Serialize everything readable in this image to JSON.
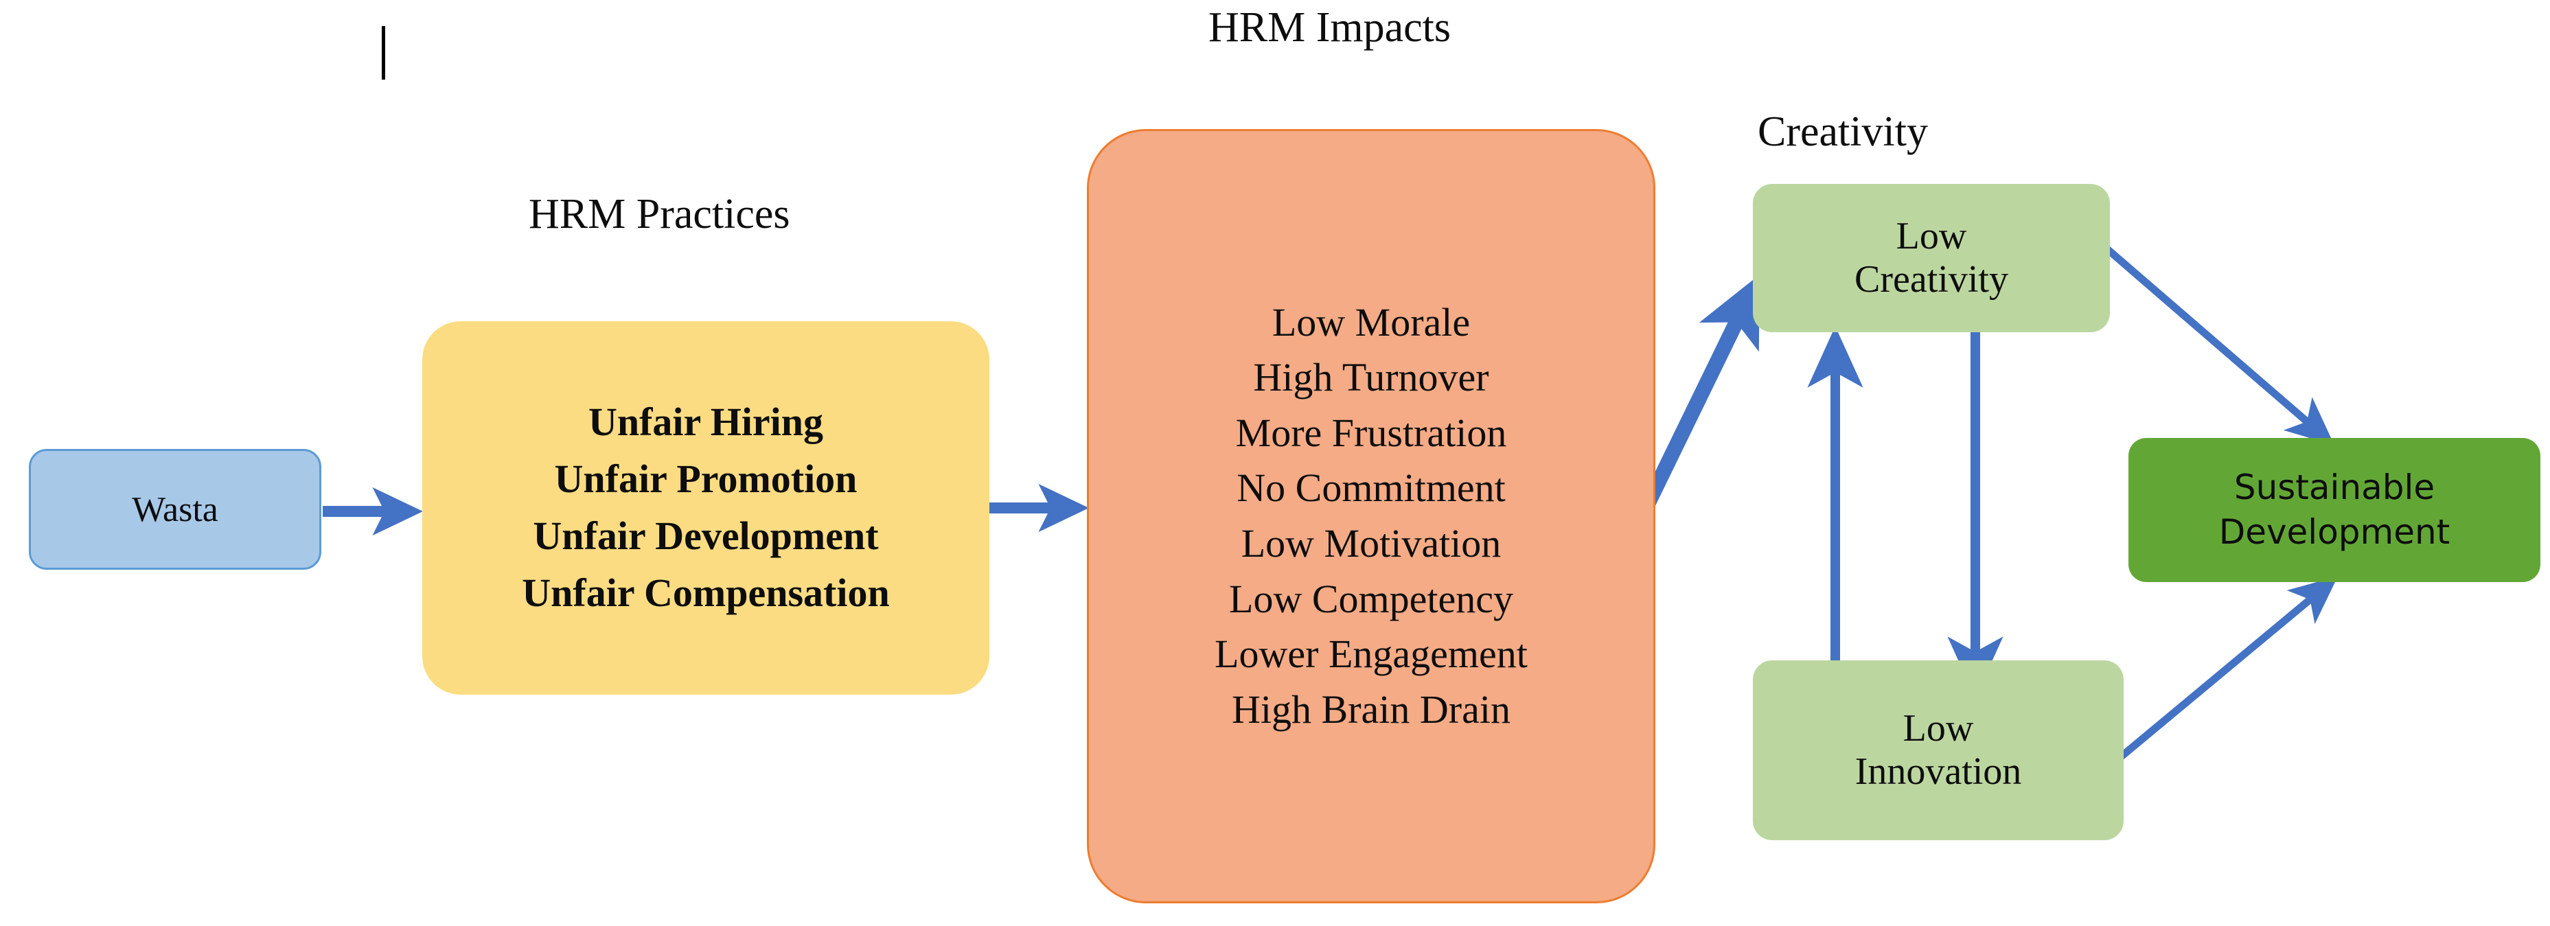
{
  "titles": {
    "hrm_practices": "HRM Practices",
    "hrm_impacts": "HRM Impacts",
    "creativity": "Creativity"
  },
  "nodes": {
    "wasta": {
      "label": "Wasta",
      "color": "#a8c8e8",
      "border_color": "#5b9bd5"
    },
    "hrm_practices": {
      "color": "#fcdc82",
      "items": [
        "Unfair Hiring",
        "Unfair Promotion",
        "Unfair Development",
        "Unfair Compensation"
      ]
    },
    "hrm_impacts": {
      "color": "#f4ab86",
      "border_color": "#ed7d31",
      "items": [
        "Low Morale",
        "High Turnover",
        "More Frustration",
        "No Commitment",
        "Low Motivation",
        "Low Competency",
        "Lower Engagement",
        "High Brain Drain"
      ]
    },
    "low_creativity": {
      "line1": "Low",
      "line2": "Creativity",
      "color": "#bcd6a0"
    },
    "low_innovation": {
      "line1": "Low",
      "line2": "Innovation",
      "color": "#bcd6a0"
    },
    "sustainable_development": {
      "line1": "Sustainable",
      "line2": "Development",
      "color": "#62a736"
    }
  },
  "arrows": {
    "color": "#4472c4",
    "connections": [
      {
        "name": "wasta-to-hrm-practices",
        "from": "wasta",
        "to": "hrm_practices"
      },
      {
        "name": "hrm-practices-to-hrm-impacts",
        "from": "hrm_practices",
        "to": "hrm_impacts"
      },
      {
        "name": "hrm-impacts-to-low-creativity",
        "from": "hrm_impacts",
        "to": "low_creativity"
      },
      {
        "name": "low-creativity-to-low-innovation",
        "from": "low_creativity",
        "to": "low_innovation"
      },
      {
        "name": "low-innovation-to-low-creativity",
        "from": "low_innovation",
        "to": "low_creativity"
      },
      {
        "name": "low-creativity-to-sustainable-development",
        "from": "low_creativity",
        "to": "sustainable_development"
      },
      {
        "name": "low-innovation-to-sustainable-development",
        "from": "low_innovation",
        "to": "sustainable_development"
      }
    ]
  }
}
